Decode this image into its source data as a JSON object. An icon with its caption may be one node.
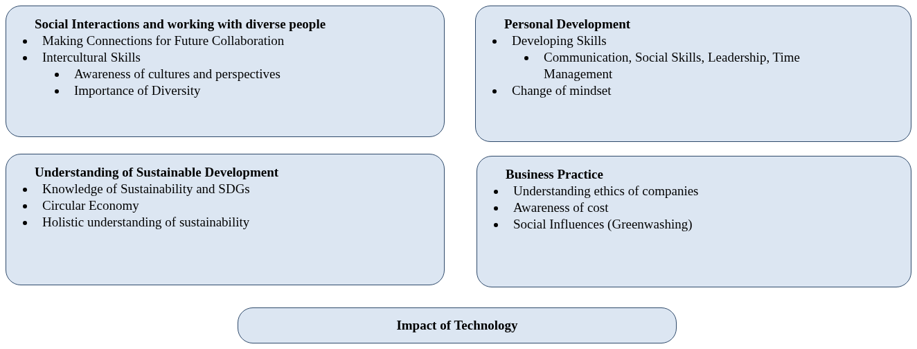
{
  "diagram": {
    "nodes": [
      {
        "text": [
          "Social Interactions and working with diverse people",
          "Making Connections for Future Collaboration",
          "Intercultural Skills",
          "Awareness of cultures and perspectives",
          "Importance of Diversity"
        ]
      },
      {
        "text": [
          "Personal Development",
          "Developing Skills",
          "Communication, Social Skills, Leadership, Time Management",
          "Change of mindset"
        ]
      },
      {
        "text": [
          "Understanding of Sustainable Development",
          "Knowledge of Sustainability and SDGs",
          "Circular Economy",
          "Holistic understanding of sustainability"
        ]
      },
      {
        "text": [
          "Business Practice",
          "Understanding ethics of companies",
          "Awareness of cost",
          "Social Influences (Greenwashing)"
        ]
      },
      {
        "text": [
          "Impact of Technology"
        ]
      }
    ]
  }
}
